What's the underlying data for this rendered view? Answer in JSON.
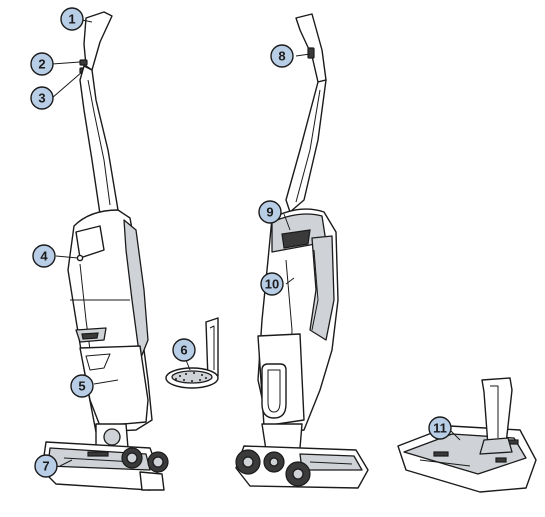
{
  "callouts": [
    {
      "label": "1"
    },
    {
      "label": "2"
    },
    {
      "label": "3"
    },
    {
      "label": "4"
    },
    {
      "label": "5"
    },
    {
      "label": "6"
    },
    {
      "label": "7"
    },
    {
      "label": "8"
    },
    {
      "label": "9"
    },
    {
      "label": "10"
    },
    {
      "label": "11"
    }
  ],
  "colors": {
    "callout_fill": "#b8cde6",
    "outline": "#1b1b1b",
    "housing_grey": "#cfd2d6"
  }
}
